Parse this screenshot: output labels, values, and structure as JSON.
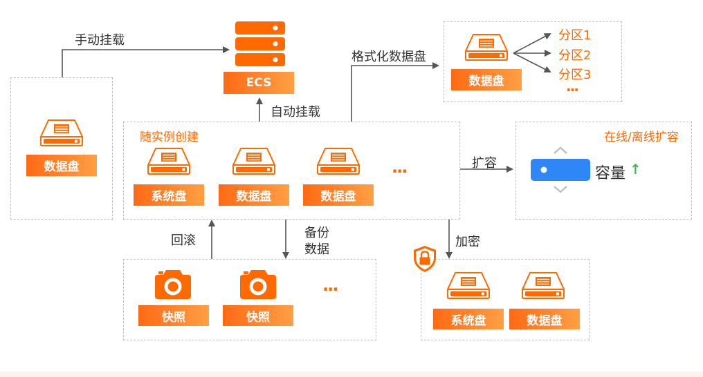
{
  "ecs": {
    "label": "ECS"
  },
  "edges": {
    "manual_mount": "手动挂载",
    "auto_mount": "自动挂载",
    "format": "格式化数据盘",
    "expand": "扩容",
    "rollback": "回滚",
    "backup_line1": "备份",
    "backup_line2": "数据",
    "encrypt": "加密"
  },
  "standalone_disk": {
    "label": "数据盘"
  },
  "instance_group": {
    "title": "随实例创建",
    "disks": [
      {
        "label": "系统盘"
      },
      {
        "label": "数据盘"
      },
      {
        "label": "数据盘"
      }
    ],
    "more": "···"
  },
  "partition_group": {
    "disk_label": "数据盘",
    "partitions": [
      "分区1",
      "分区2",
      "分区3"
    ],
    "more": "···"
  },
  "expansion_group": {
    "title": "在线/离线扩容",
    "capacity_label": "容量",
    "arrow": "↑"
  },
  "snapshot_group": {
    "snapshots": [
      {
        "label": "快照"
      },
      {
        "label": "快照"
      }
    ],
    "more": "···"
  },
  "encrypted_group": {
    "disks": [
      {
        "label": "系统盘"
      },
      {
        "label": "数据盘"
      }
    ]
  },
  "colors": {
    "accent": "#ff6a00",
    "accent_light": "#ff9f45",
    "blue": "#2f86f6",
    "green": "#3fb950",
    "dashed_border": "#bfbfbf",
    "line": "#555555"
  },
  "icons": {
    "ecs": "server-stack-icon",
    "disk": "disk-drive-icon",
    "snapshot": "camera-icon",
    "lock": "shield-lock-icon",
    "slider": "capacity-slider-icon"
  }
}
